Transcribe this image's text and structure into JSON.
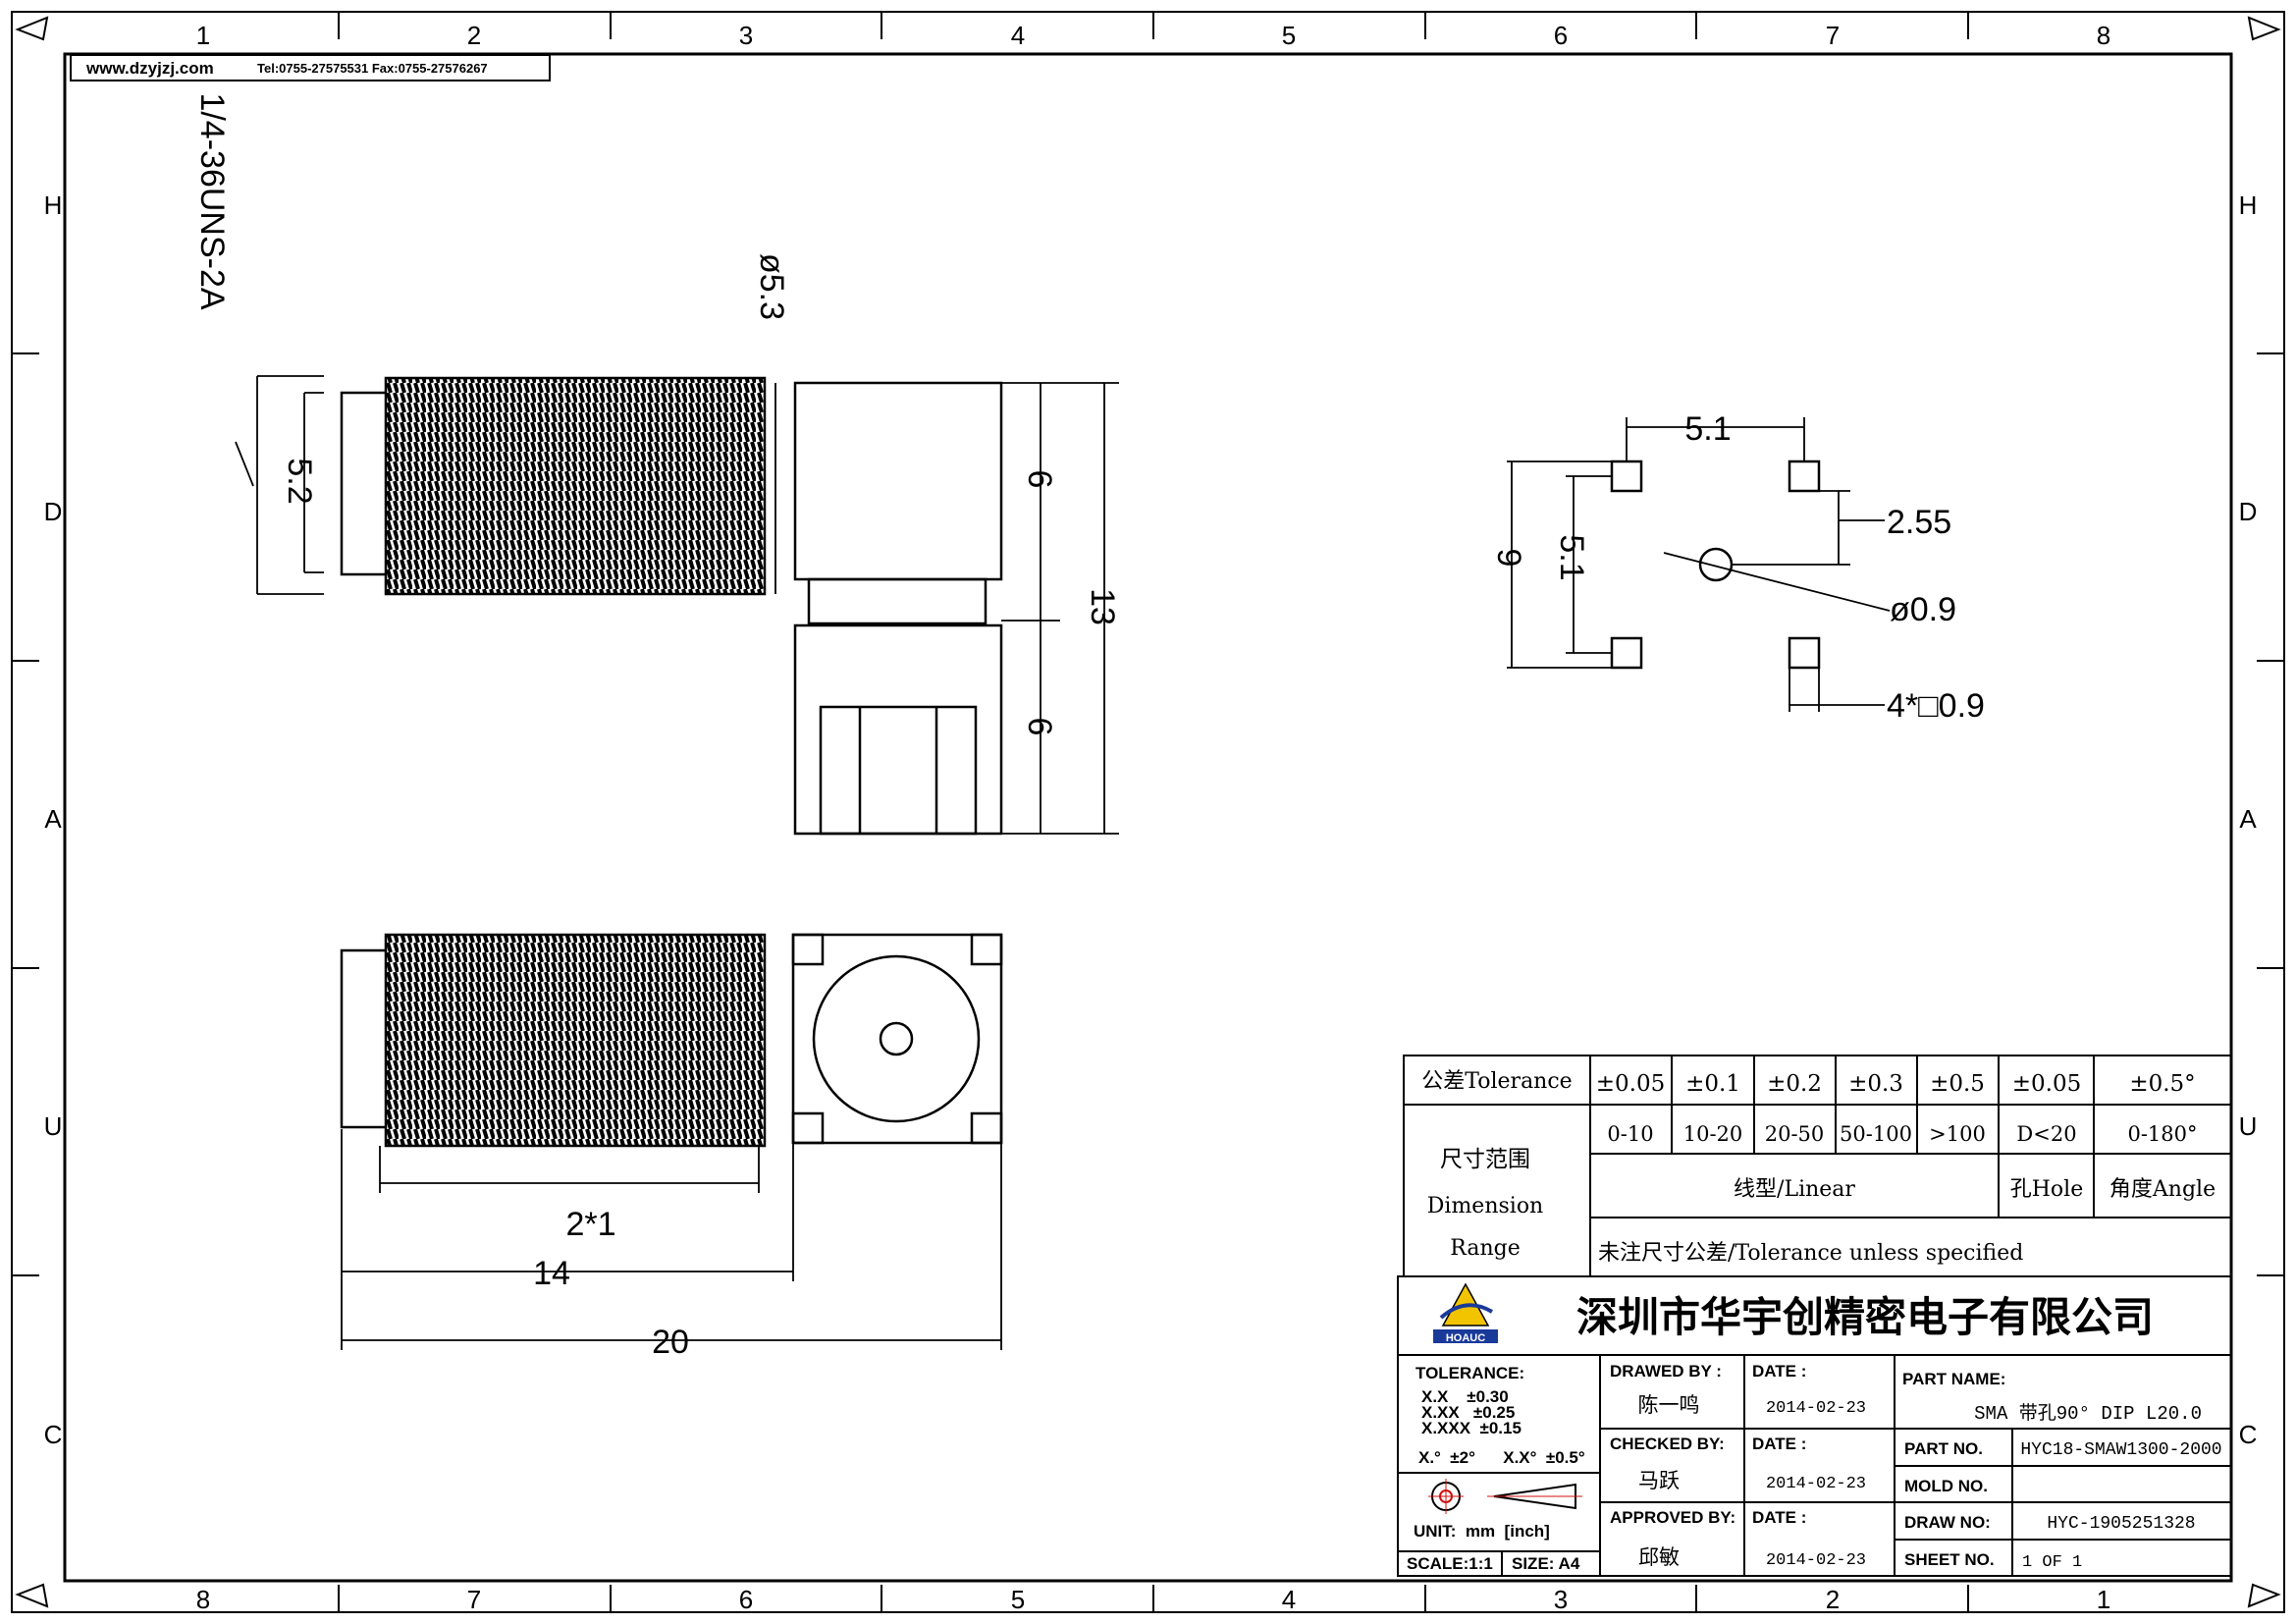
{
  "header": {
    "website": "www.dzyjzj.com",
    "contact": "Tel:0755-27575531  Fax:0755-27576267"
  },
  "zones": {
    "top": [
      "1",
      "2",
      "3",
      "4",
      "5",
      "6",
      "7",
      "8"
    ],
    "bottom": [
      "8",
      "7",
      "6",
      "5",
      "4",
      "3",
      "2",
      "1"
    ],
    "side": [
      "H",
      "D",
      "A",
      "U",
      "C"
    ]
  },
  "dimensions": {
    "thread": "1/4-36UNS-2A",
    "dia_5_2": "5.2",
    "dia_5_3": "ø5.3",
    "h_6_top": "6",
    "h_6_bottom": "6",
    "h_13": "13",
    "len_2x1": "2*1",
    "len_14": "14",
    "len_20": "20",
    "pcb_5_1_h": "5.1",
    "pcb_5_1_v": "5.1",
    "pcb_2_55": "2.55",
    "pcb_9": "9",
    "pcb_hole": "ø0.9",
    "pcb_square": "4*□0.9"
  },
  "tolerance_table": {
    "header_label": "公差Tolerance",
    "values": [
      "±0.05",
      "±0.1",
      "±0.2",
      "±0.3",
      "±0.5",
      "±0.05",
      "±0.5°"
    ],
    "range_label_cn": "尺寸范围",
    "range_label_en1": "Dimension",
    "range_label_en2": "Range",
    "ranges": [
      "0-10",
      "10-20",
      "20-50",
      "50-100",
      ">100",
      "D<20",
      "0-180°"
    ],
    "linear": "线型/Linear",
    "hole": "孔Hole",
    "angle": "角度Angle",
    "note": "未注尺寸公差/Tolerance unless specified"
  },
  "title_block": {
    "company": "深圳市华宇创精密电子有限公司",
    "logo_text": "HOAUC",
    "tolerance_label": "TOLERANCE:",
    "tol_lines": [
      "X.X    ±0.30",
      "X.XX   ±0.25",
      "X.XXX  ±0.15"
    ],
    "tol_angles": "X.°  ±2°      X.X°  ±0.5°",
    "unit": "UNIT:  mm  [inch]",
    "scale": "SCALE:1:1",
    "size": "SIZE: A4",
    "drawn_by_label": "DRAWED BY :",
    "drawn_by": "陈一鸣",
    "checked_by_label": "CHECKED BY:",
    "checked_by": "马跃",
    "approved_by_label": "APPROVED BY:",
    "approved_by": "邱敏",
    "date_label": "DATE :",
    "date1": "2014-02-23",
    "date2": "2014-02-23",
    "date3": "2014-02-23",
    "part_name_label": "PART NAME:",
    "part_name": "SMA 带孔90° DIP L20.0",
    "part_no_label": "PART NO.",
    "part_no": "HYC18-SMAW1300-2000",
    "mold_no_label": "MOLD NO.",
    "mold_no": "",
    "draw_no_label": "DRAW NO:",
    "draw_no": "HYC-1905251328",
    "sheet_no_label": "SHEET NO.",
    "sheet_no": "1 OF 1"
  },
  "colors": {
    "line": "#000000",
    "logo_yellow": "#f2c400",
    "logo_blue": "#1a3a9a",
    "accent_red": "#d01010"
  }
}
